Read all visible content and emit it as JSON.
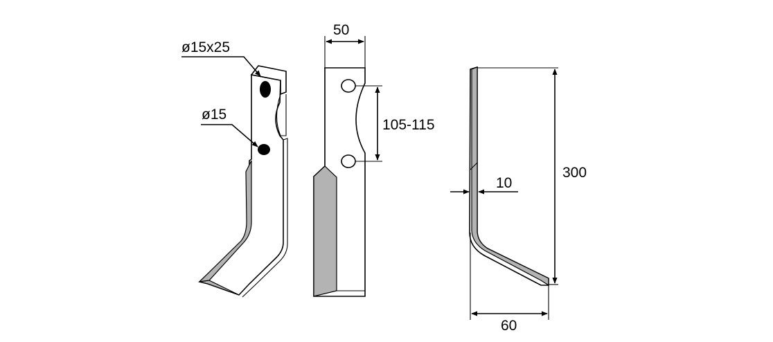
{
  "labels": {
    "hole_slot": "ø15x25",
    "hole_round": "ø15",
    "width": "50",
    "hole_spacing": "105-115",
    "thickness": "10",
    "height": "300",
    "offset": "60"
  },
  "colors": {
    "line": "#000000",
    "edge_fill": "#b3b3b3",
    "background": "#ffffff"
  }
}
